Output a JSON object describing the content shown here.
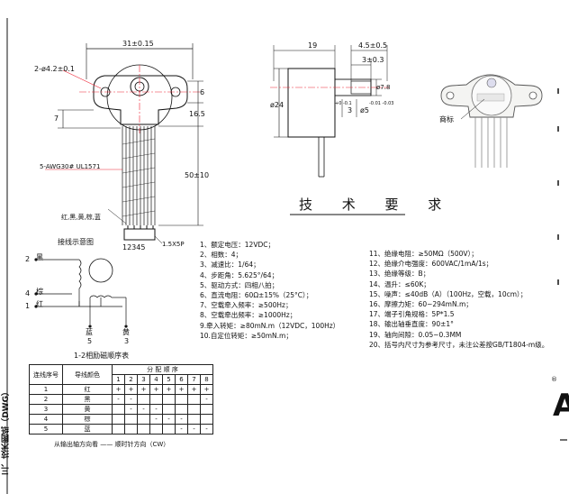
{
  "drawing": {
    "dim_width": "31±0.15",
    "dim_hole": "2-ø4.2±0.1",
    "dim_left_7": "7",
    "dim_6": "6",
    "dim_16_5": "16.5",
    "dim_50": "50±10",
    "wire_label": "5-AWG30# UL1571",
    "wire_colors": "红,黑,黄,棕,蓝",
    "connector": "1.5X5P",
    "connector_pins": "12345",
    "side_19": "19",
    "side_4_5": "4.5±0.5",
    "side_3": "3±0.3",
    "side_d24": "ø24",
    "side_d7_8": "ø7.8",
    "side_3b": "3",
    "side_d5": "ø5",
    "side_tol_a": "+0 -0.1",
    "side_tol_b": "-0.01 -0.03",
    "logo_label": "商标"
  },
  "wiring": {
    "title": "接线示意图",
    "pins": [
      {
        "num": "2",
        "color": "黑"
      },
      {
        "num": "4",
        "color": "棕"
      },
      {
        "num": "1",
        "color": "红"
      },
      {
        "num": "5",
        "color": "蓝"
      },
      {
        "num": "3",
        "color": "黄"
      }
    ]
  },
  "sequence": {
    "caption": "1-2相励磁顺序表",
    "headers": {
      "seq": "连线序号",
      "color": "导线颜色",
      "order": "分 配 顺 序"
    },
    "steps": [
      "1",
      "2",
      "3",
      "4",
      "5",
      "6",
      "7",
      "8"
    ],
    "rows": [
      {
        "n": "1",
        "c": "红",
        "v": [
          "+",
          "+",
          "+",
          "+",
          "+",
          "+",
          "+",
          "+"
        ]
      },
      {
        "n": "2",
        "c": "黑",
        "v": [
          "-",
          "-",
          "",
          "",
          "",
          "",
          "",
          "-"
        ]
      },
      {
        "n": "3",
        "c": "黄",
        "v": [
          "",
          "-",
          "-",
          "-",
          "",
          "",
          "",
          ""
        ]
      },
      {
        "n": "4",
        "c": "棕",
        "v": [
          "",
          "",
          "",
          "-",
          "-",
          "-",
          "",
          ""
        ]
      },
      {
        "n": "5",
        "c": "蓝",
        "v": [
          "",
          "",
          "",
          "",
          "",
          "-",
          "-",
          "-"
        ]
      }
    ],
    "footer": "从输出轴方向看 —— 顺时针方向（CW）"
  },
  "specs": {
    "title": "技 术 要 求",
    "left": [
      "1、额定电压：12VDC；",
      "2、相数：4；",
      "3、减速比：1/64；",
      "4、步距角：5.625°/64；",
      "5、驱动方式：四相八拍；",
      "6、直流电阻：60Ω±15%（25°C）；",
      "7、空载牵入频率：≥500Hz；",
      "8、空载牵出频率：≥1000Hz；",
      "9.牵入转矩：≥80mN.m（12VDC，100Hz）",
      "10.自定位转矩：≥50mN.m；"
    ],
    "right": [
      "11、绝缘电阻：≥50MΩ（500V）；",
      "12、绝缘介电强度：600VAC/1mA/1s；",
      "13、绝缘等级：B；",
      "14、温升：≤60K；",
      "15、噪声：≤40dB（A）（100Hz，空载，10cm）；",
      "16、摩擦力矩：60~294mN.m；",
      "17、端子引角规格：5P*1.5",
      "18、输出轴垂直度：90±1°",
      "19、轴向间隙：0.05~0.3MM",
      "20、括号内尺寸为参考尺寸，未注公差按GB/T1804-m级。"
    ]
  },
  "side_section": "三、技术图纸（DWG）",
  "right_edge_letter": "A",
  "registered_mark": "®"
}
